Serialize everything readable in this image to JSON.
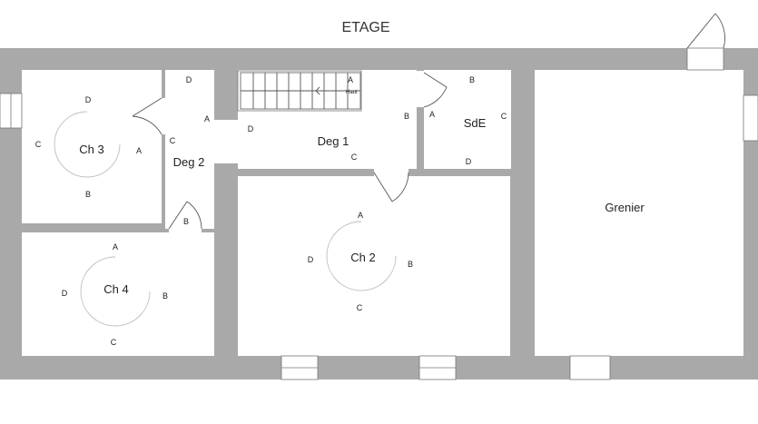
{
  "title": "ETAGE",
  "rooms": {
    "ch3": "Ch 3",
    "deg2": "Deg 2",
    "deg1": "Deg 1",
    "sde": "SdE",
    "grenier": "Grenier",
    "ch4": "Ch 4",
    "ch2": "Ch 2"
  },
  "stair_label": "Haut",
  "wall_labels": {
    "ch3": {
      "a": "A",
      "b": "B",
      "c": "C",
      "d": "D"
    },
    "deg2": {
      "a": "A",
      "b": "B",
      "c": "C",
      "d": "D"
    },
    "deg1": {
      "a": "A",
      "b": "B",
      "c": "C",
      "d": "D"
    },
    "sde": {
      "a": "A",
      "b": "B",
      "c": "C",
      "d": "D"
    },
    "ch4": {
      "a": "A",
      "b": "B",
      "c": "C",
      "d": "D"
    },
    "ch2": {
      "a": "A",
      "b": "B",
      "c": "C",
      "d": "D"
    }
  },
  "colors": {
    "wall": "#a9a9a9",
    "background": "#ffffff",
    "text": "#222222"
  }
}
